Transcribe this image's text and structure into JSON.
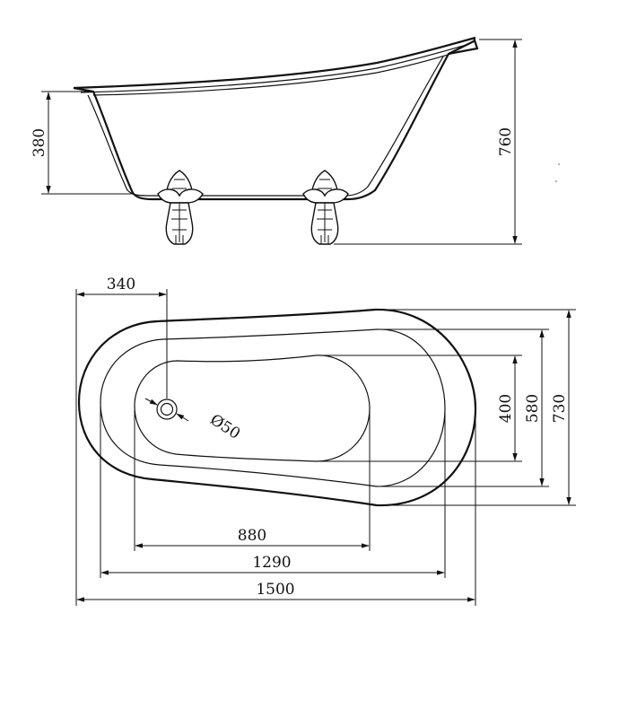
{
  "side_view": {
    "rim_height": "380",
    "overall_height": "760"
  },
  "top_view": {
    "drain_offset": "340",
    "drain_diameter": "Ø50",
    "inner_length": "880",
    "middle_length": "1290",
    "overall_length": "1500",
    "inner_width": "400",
    "middle_width": "580",
    "overall_width": "730"
  },
  "colors": {
    "line": "#111111",
    "background": "#ffffff"
  }
}
